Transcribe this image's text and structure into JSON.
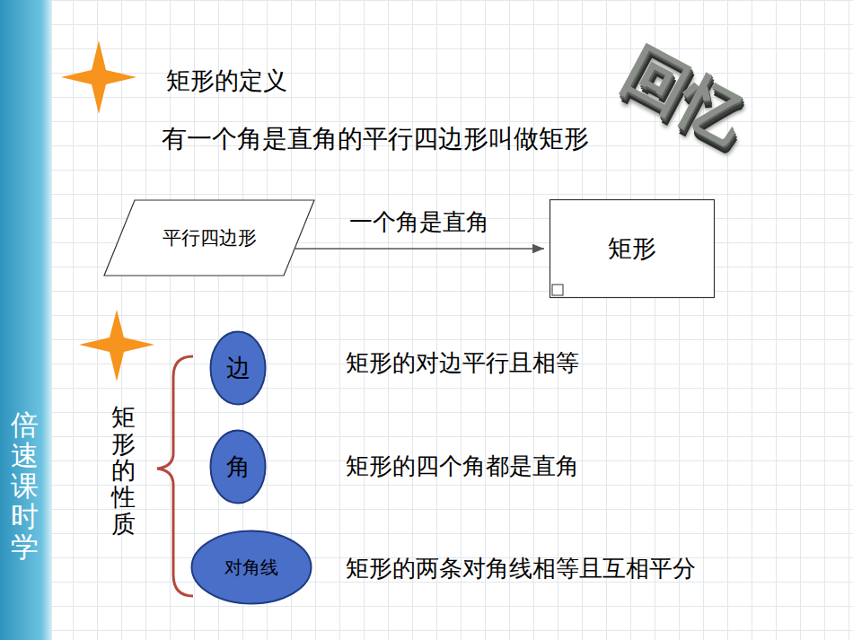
{
  "diagram": {
    "nodes": [
      {
        "text": [
          "平行四边形"
        ]
      },
      {
        "text": [
          "矩形"
        ]
      },
      {
        "text": [
          "边"
        ]
      },
      {
        "text": [
          "角"
        ]
      },
      {
        "text": [
          "对角线"
        ]
      }
    ],
    "edges": [
      {
        "from": 0,
        "to": 1,
        "label": "一个角是直角",
        "arrow": "to"
      }
    ],
    "labels": [
      "回忆",
      "矩形的定义",
      "有一个角是直角的平行四边形叫做矩形",
      "矩形的性质",
      "矩形的对边平行且相等",
      "矩形的四个角都是直角",
      "矩形的两条对角线相等且互相平分",
      "倍速课时学"
    ]
  }
}
